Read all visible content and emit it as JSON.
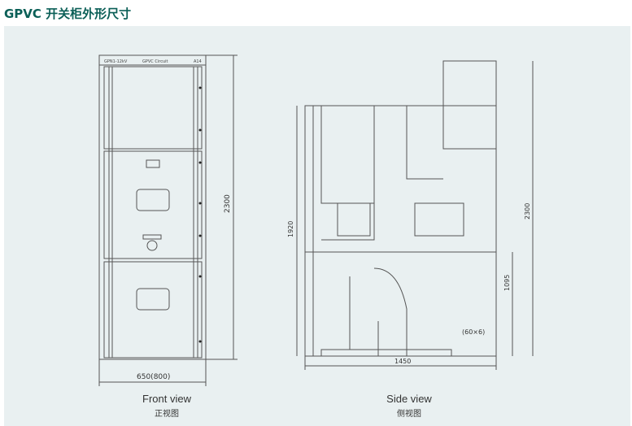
{
  "page_title": "GPVC 开关柜外形尺寸",
  "front": {
    "header_left": "GPN1-12kV",
    "header_mid": "GPVC Circuit",
    "header_right": "A14",
    "height_dim": "2300",
    "width_dim": "650(800)",
    "caption": "Front view",
    "caption_zh": "正视图"
  },
  "side": {
    "width_dim": "1450",
    "dim_1920": "1920",
    "dim_2300": "2300",
    "dim_1095": "1095",
    "busbar": "(60×6)",
    "caption": "Side view",
    "caption_zh": "侧视图"
  }
}
